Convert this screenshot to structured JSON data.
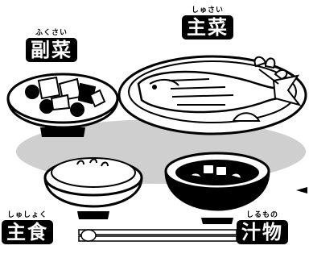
{
  "labels": {
    "fukusai": {
      "ruby": "ふくさい",
      "text": "副菜"
    },
    "shusai": {
      "ruby": "しゅさい",
      "text": "主菜"
    },
    "shushoku": {
      "ruby": "しゅしょく",
      "text": "主食"
    },
    "shirumono": {
      "ruby": "しるもの",
      "text": "汁物"
    }
  },
  "icons": [
    "side-dish-bowl",
    "grilled-fish-plate",
    "rice-bowl",
    "miso-soup-bowl",
    "chopsticks"
  ],
  "colors": {
    "ink": "#000000",
    "tray": "#cfcfcf",
    "paper": "#ffffff"
  }
}
